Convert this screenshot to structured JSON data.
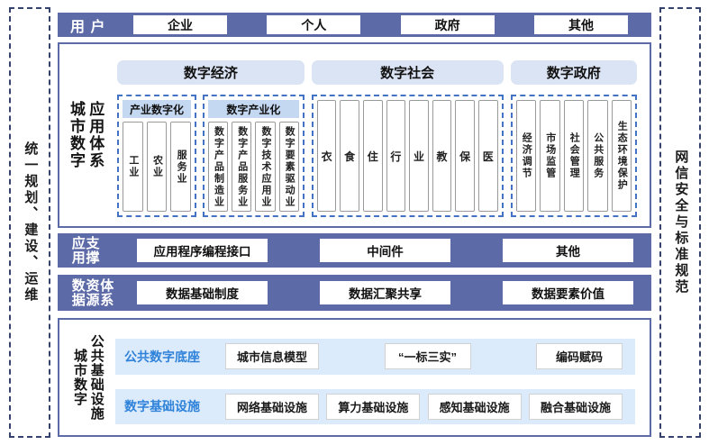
{
  "colors": {
    "slate_bar": "#5c6aa7",
    "section_border": "#5c6aa7",
    "side_dash_border": "#36426e",
    "group_header_bg": "#dbe4f4",
    "sub_header_bg": "#c5d8f2",
    "dashed_group_border": "#4472c4",
    "infra_row_bg": "#dcebfb",
    "infra_title_text": "#2e82d9"
  },
  "sidebars": {
    "left": "统一规划、建设、运维",
    "right": "网信安全与标准规范"
  },
  "user_bar": {
    "label": "用 户",
    "items": [
      "企业",
      "个人",
      "政府",
      "其他"
    ]
  },
  "app_system": {
    "label": "城市数字\n应用体系",
    "groups": [
      {
        "title": "数字经济",
        "subgroups": [
          {
            "title": "产业数字化",
            "columns": [
              "工业",
              "农业",
              "服务业"
            ]
          },
          {
            "title": "数字产业化",
            "columns": [
              "数字产品制造业",
              "数字产品服务业",
              "数字技术应用业",
              "数字要素驱动业"
            ]
          }
        ]
      },
      {
        "title": "数字社会",
        "columns": [
          "衣",
          "食",
          "住",
          "行",
          "业",
          "教",
          "保",
          "医"
        ]
      },
      {
        "title": "数字政府",
        "columns": [
          "经济调节",
          "市场监管",
          "社会管理",
          "公共服务",
          "生态环境保护"
        ]
      }
    ]
  },
  "app_support": {
    "label": "应用\n支撑",
    "items": [
      "应用程序编程接口",
      "中间件",
      "其他"
    ]
  },
  "data_system": {
    "label": "数据\n资源\n体系",
    "items": [
      "数据基础制度",
      "数据汇聚共享",
      "数据要素价值"
    ]
  },
  "infrastructure": {
    "label": "城市数字\n公共基础设施",
    "rows": [
      {
        "title": "公共数字底座",
        "items": [
          "城市信息模型",
          "“一标三实”",
          "编码赋码"
        ]
      },
      {
        "title": "数字基础设施",
        "items": [
          "网络基础设施",
          "算力基础设施",
          "感知基础设施",
          "融合基础设施"
        ]
      }
    ]
  }
}
